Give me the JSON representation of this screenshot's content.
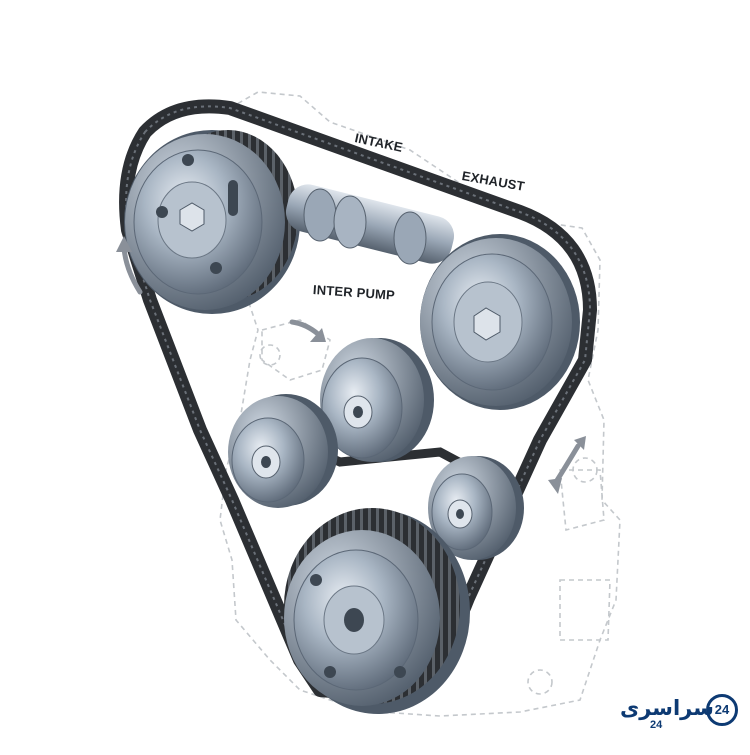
{
  "labels": {
    "intake": "INTAKE",
    "exhaust": "EXHAUST",
    "inter_pump": "INTER PUMP"
  },
  "watermark": {
    "brand": "سراسری",
    "sub": "24",
    "badge": "24"
  },
  "colors": {
    "belt": "#2c2f33",
    "pulley_light": "#c9d3df",
    "pulley_mid": "#8e9cad",
    "pulley_dark": "#4e5a68",
    "engine_outline": "#c4c8cc",
    "arrow": "#8a9099",
    "brand": "#0d3a73"
  }
}
